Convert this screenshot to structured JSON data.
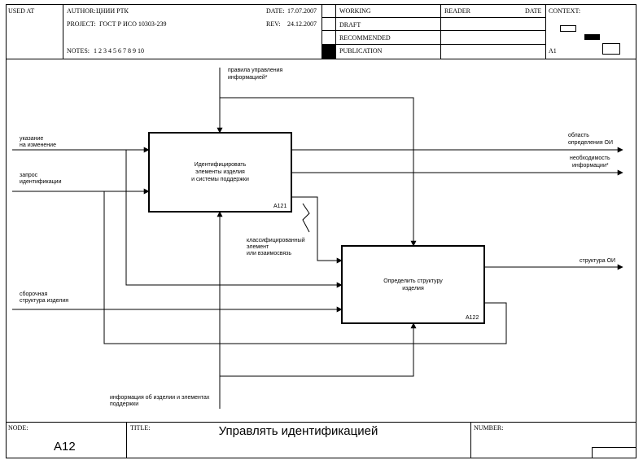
{
  "header": {
    "used_at": "USED AT",
    "author_label": "AUTHOR:",
    "author_value": "ЦНИИ РТК",
    "project_label": "PROJECT:",
    "project_value": "ГОСТ Р ИСО 10303-239",
    "date_label": "DATE:",
    "date_value": "17.07.2007",
    "rev_label": "REV:",
    "rev_value": "24.12.2007",
    "notes_label": "NOTES:",
    "notes_numbers": "1  2  3  4  5  6  7  8  9  10",
    "status_working": "WORKING",
    "status_draft": "DRAFT",
    "status_recommended": "RECOMMENDED",
    "status_publication": "PUBLICATION",
    "reader_label": "READER",
    "reader_date_label": "DATE",
    "context_label": "CONTEXT:",
    "context_node": "A1"
  },
  "diagram": {
    "box1": {
      "line1": "Идентифицировать",
      "line2": "элементы изделия",
      "line3": "и системы поддержки",
      "id": "A121"
    },
    "box2": {
      "line1": "Определить структуру",
      "line2": "изделия",
      "id": "A122"
    },
    "arrows": {
      "control_top_1": "правила управления",
      "control_top_2": "информацией*",
      "input1_1": "указание",
      "input1_2": "на изменение",
      "input2_1": "запрос",
      "input2_2": "идентификации",
      "input3_1": "сборочная",
      "input3_2": "структура изделия",
      "output1_1": "область",
      "output1_2": "определения ОИ",
      "output2_1": "необходимость",
      "output2_2": "информации*",
      "output3": "структура ОИ",
      "mid_1": "классифицированный",
      "mid_2": "элемент",
      "mid_3": "или взаимосвязь",
      "mech_1": "информация об изделии и элементах",
      "mech_2": "поддержки"
    }
  },
  "footer": {
    "node_label": "NODE:",
    "node_value": "A12",
    "title_label": "TITLE:",
    "title_value": "Управлять идентификацией",
    "number_label": "NUMBER:"
  }
}
